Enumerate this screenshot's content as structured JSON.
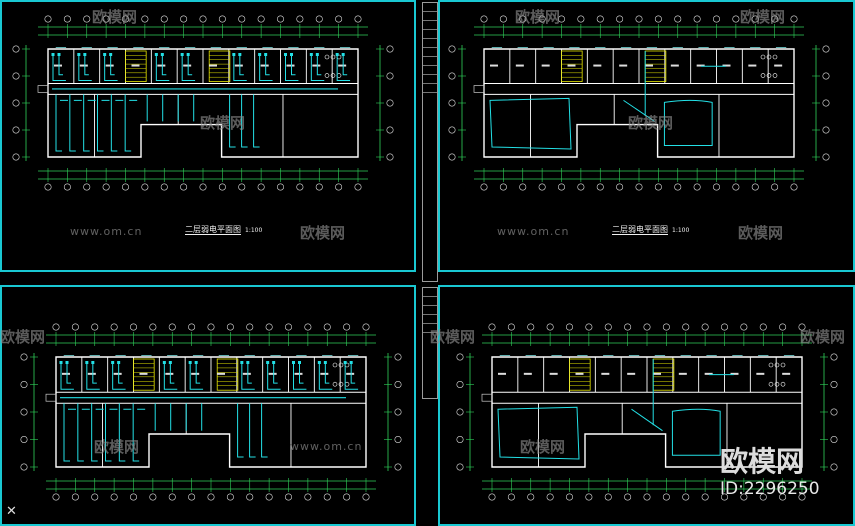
{
  "sheets": [
    {
      "title": "二层弱电平面图",
      "scale": "1:100"
    },
    {
      "title": "二层弱电平面图",
      "scale": "1:100"
    },
    {
      "title": "",
      "scale": ""
    },
    {
      "title": "",
      "scale": ""
    }
  ],
  "watermarks": {
    "url": "www.om.cn",
    "brand": "欧模网",
    "big_brand": "欧模网",
    "id_label": "ID:2296250"
  },
  "colors": {
    "frame": "#19c8d2",
    "walls": "#ffffff",
    "wiring": "#23e0e6",
    "stairs": "#e6e600",
    "dims": "#30d25a"
  }
}
